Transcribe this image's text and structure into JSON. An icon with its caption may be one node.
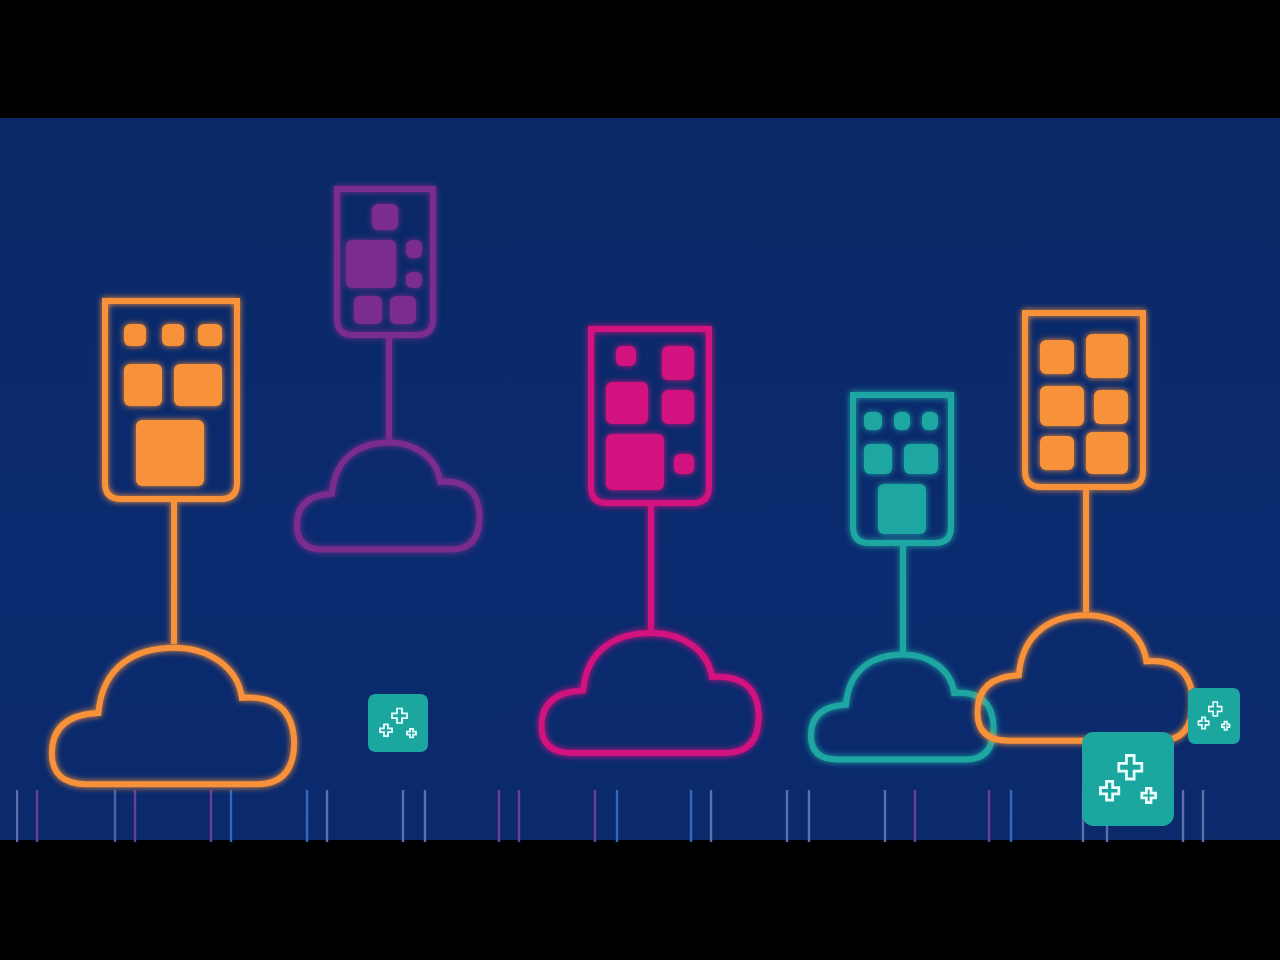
{
  "diagram": {
    "nodes": [
      {
        "text": [],
        "shape": "box"
      },
      {
        "text": [],
        "shape": "cloud"
      },
      {
        "text": [],
        "shape": "box"
      },
      {
        "text": [],
        "shape": "cloud"
      },
      {
        "text": [],
        "shape": "box"
      },
      {
        "text": [],
        "shape": "cloud"
      },
      {
        "text": [],
        "shape": "box"
      },
      {
        "text": [],
        "shape": "cloud"
      },
      {
        "text": [],
        "shape": "box"
      },
      {
        "text": [],
        "shape": "cloud"
      }
    ],
    "edges": [
      {
        "from": 0,
        "to": 1,
        "arrow": "none"
      },
      {
        "from": 2,
        "to": 3,
        "arrow": "none",
        "color": "#7b2d8e"
      },
      {
        "from": 4,
        "to": 5,
        "arrow": "none",
        "color": "#d1127f"
      },
      {
        "from": 6,
        "to": 7,
        "arrow": "none",
        "color": "#1ea7a2"
      },
      {
        "from": 8,
        "to": 9,
        "arrow": "none"
      }
    ]
  }
}
